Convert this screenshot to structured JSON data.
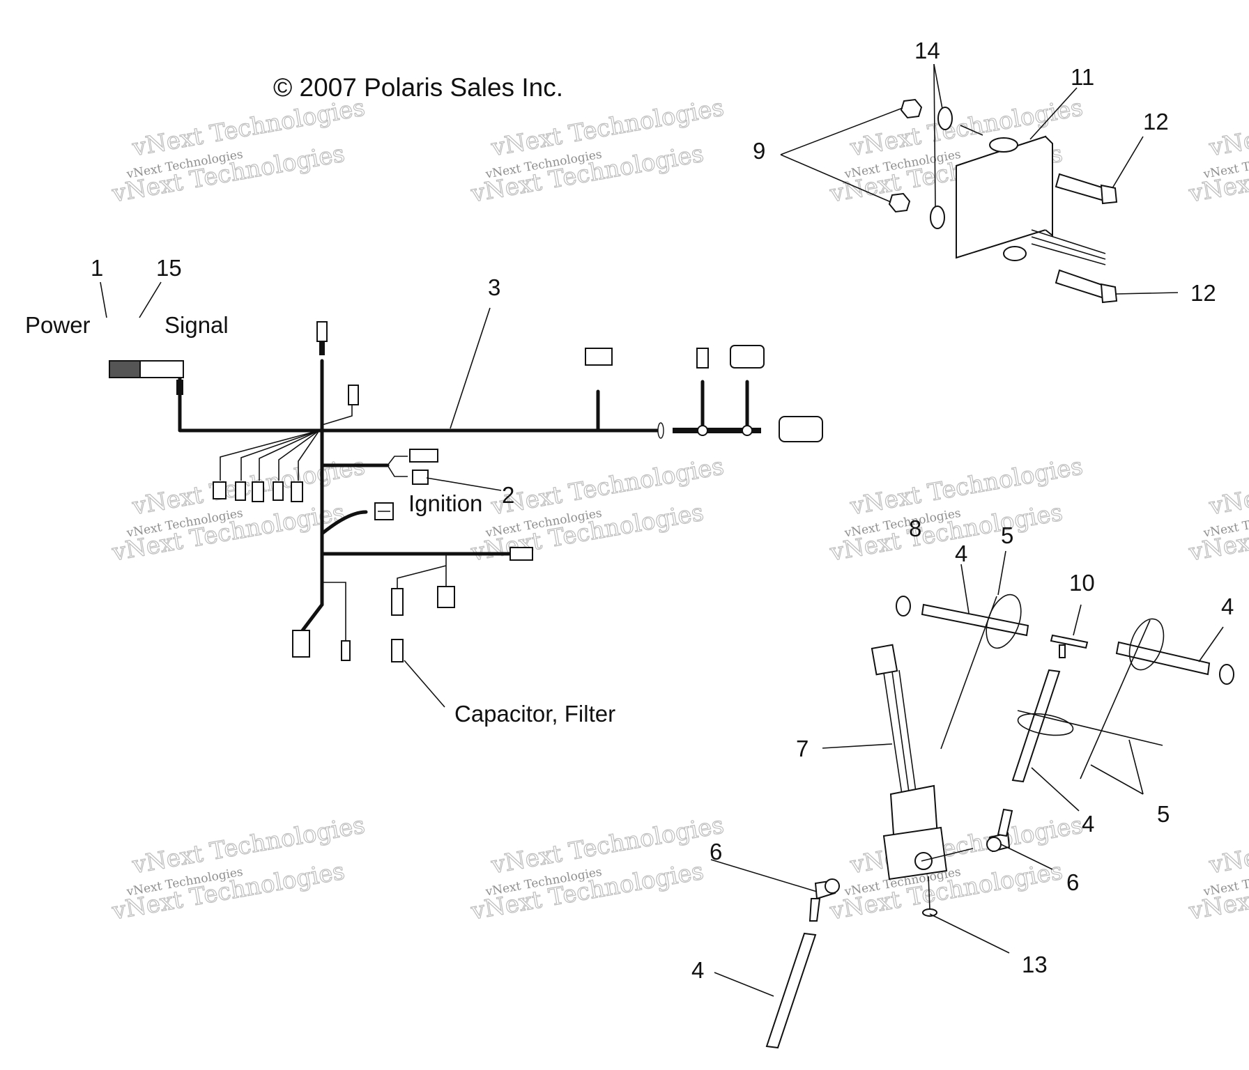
{
  "copyright": "© 2007 Polaris Sales Inc.",
  "watermark": {
    "big": "vNext Technologies",
    "small": "vNext Technologies"
  },
  "callouts": {
    "c1": "1",
    "c2": "2",
    "c3": "3",
    "c4a": "4",
    "c4b": "4",
    "c4c": "4",
    "c4d": "4",
    "c5a": "5",
    "c5b": "5",
    "c6a": "6",
    "c6b": "6",
    "c7": "7",
    "c8": "8",
    "c9": "9",
    "c10": "10",
    "c11": "11",
    "c12a": "12",
    "c12b": "12",
    "c13": "13",
    "c14": "14",
    "c15": "15"
  },
  "labels": {
    "power": "Power",
    "signal": "Signal",
    "ignition": "Ignition",
    "capacitor": "Capacitor, Filter"
  }
}
